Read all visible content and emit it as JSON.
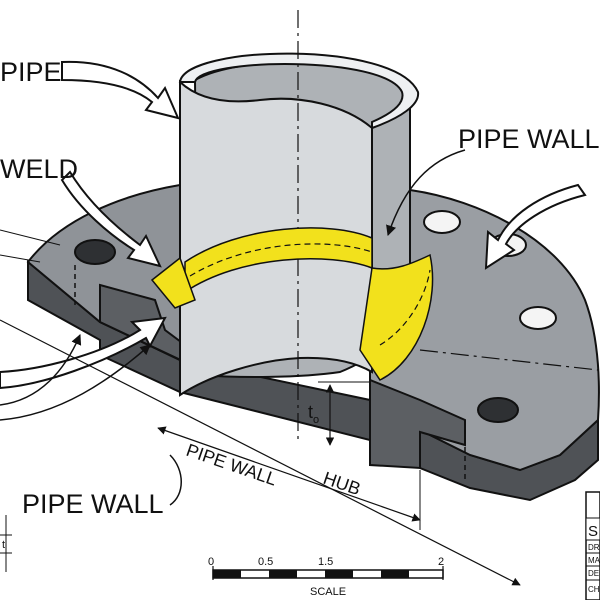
{
  "labels": {
    "pipe": "PIPE",
    "weld": "WELD",
    "pipe_wall_right": "PIPE WALL",
    "pipe_wall_bottom": "PIPE WALL",
    "pipe_wall_dim": "PIPE WALL",
    "hub": "HUB",
    "thickness": "t",
    "thickness_sub": "o",
    "thickness_small": "t"
  },
  "scale_bar": {
    "ticks": [
      "0",
      "0.5",
      "1.5",
      "2"
    ],
    "caption": "SCALE"
  },
  "title_block": {
    "rows": [
      "S",
      "DR",
      "MA",
      "DE",
      "CH"
    ]
  },
  "colors": {
    "steel_dark": "#55585c",
    "steel_mid": "#9a9ea3",
    "steel_light": "#c9ccd0",
    "pipe_light": "#dfe2e5",
    "weld": "#f2e11c",
    "outline": "#111111"
  }
}
